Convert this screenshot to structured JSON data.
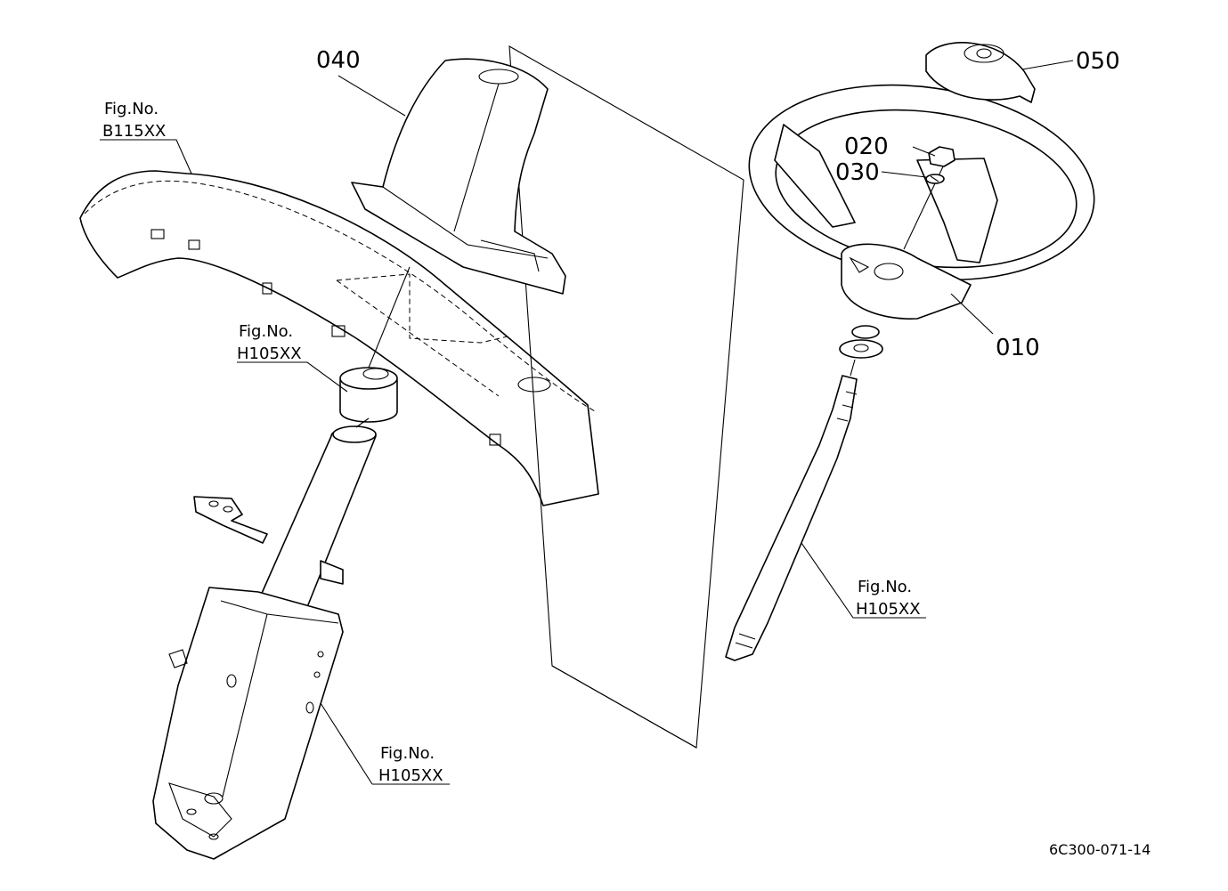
{
  "callouts": {
    "p010": "010",
    "p020": "020",
    "p030": "030",
    "p040": "040",
    "p050": "050"
  },
  "figure_refs": {
    "dashboard_ref": {
      "label": "Fig.No.",
      "number": "B115XX"
    },
    "bushing_ref": {
      "label": "Fig.No.",
      "number": "H105XX"
    },
    "column_ref": {
      "label": "Fig.No.",
      "number": "H105XX"
    },
    "shaft_ref": {
      "label": "Fig.No.",
      "number": "H105XX"
    }
  },
  "drawing_code": "6C300-071-14"
}
